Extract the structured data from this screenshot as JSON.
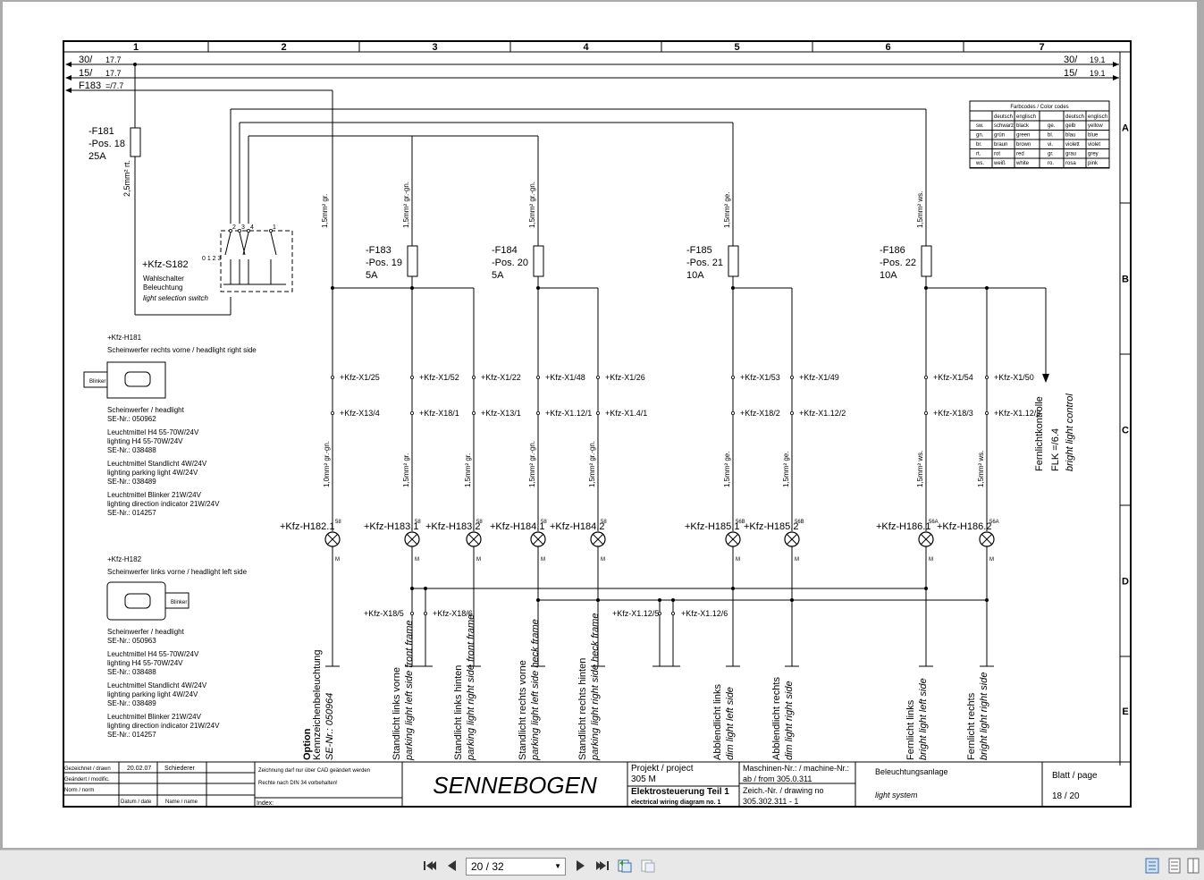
{
  "columns": [
    "1",
    "2",
    "3",
    "4",
    "5",
    "6",
    "7"
  ],
  "rows": [
    "A",
    "B",
    "C",
    "D",
    "E"
  ],
  "rails": [
    {
      "name": "30/",
      "ref": "17.7",
      "ref_right": "19.1"
    },
    {
      "name": "15/",
      "ref": "17.7",
      "ref_right": "19.1"
    },
    {
      "name": "F183",
      "ref": "=/7.7",
      "ref_right": ""
    }
  ],
  "main_fuse": {
    "id": "-F181",
    "pos": "-Pos. 18",
    "rating": "25A",
    "wire": "2,5mm² rt."
  },
  "switch": {
    "id": "+Kfz-S182",
    "label_de": "Wahlschalter",
    "label_de2": "Beleuchtung",
    "label_en": "light selection switch",
    "terminals": "0 1 2 3",
    "contacts": [
      "2",
      "3",
      "4",
      "1"
    ]
  },
  "fuses": [
    {
      "id": "-F183",
      "pos": "-Pos. 19",
      "rating": "5A",
      "wire": "1,5mm² gr.-gn."
    },
    {
      "id": "-F184",
      "pos": "-Pos. 20",
      "rating": "5A",
      "wire": "1,5mm² gr.-gn."
    },
    {
      "id": "-F185",
      "pos": "-Pos. 21",
      "rating": "10A",
      "wire": "1,5mm² ge."
    },
    {
      "id": "-F186",
      "pos": "-Pos. 22",
      "rating": "10A",
      "wire": "1,5mm² ws."
    }
  ],
  "wire_option": "1,5mm² gr.",
  "connectors_top": [
    "+Kfz-X1/25",
    "+Kfz-X1/52",
    "+Kfz-X1/22",
    "+Kfz-X1/48",
    "+Kfz-X1/26",
    "+Kfz-X1/53",
    "+Kfz-X1/49",
    "+Kfz-X1/54",
    "+Kfz-X1/50"
  ],
  "connectors_mid": [
    "+Kfz-X13/4",
    "+Kfz-X18/1",
    "+Kfz-X13/1",
    "+Kfz-X1.12/1",
    "+Kfz-X1.4/1",
    "+Kfz-X18/2",
    "+Kfz-X1.12/2",
    "+Kfz-X18/3",
    "+Kfz-X1.12/3"
  ],
  "lamp_wires": [
    "1,0mm² gr.-gn.",
    "1,5mm² gr.",
    "1,5mm² gr.",
    "1,5mm² gr.-gn.",
    "1,5mm² gr.-gn.",
    "1,5mm² ge.",
    "1,5mm² ge.",
    "1,5mm² ws.",
    "1,5mm² ws."
  ],
  "lamps": [
    {
      "id": "+Kfz-H182.1",
      "term": "58",
      "de": "Kennzeichenbeleuchtung",
      "en": "SE-Nr.: 050964",
      "extra": "Option"
    },
    {
      "id": "+Kfz-H183.1",
      "term": "58",
      "de": "Standlicht links vorne",
      "en": "parking light left side front frame"
    },
    {
      "id": "+Kfz-H183.2",
      "term": "58",
      "de": "Standlicht links hinten",
      "en": "parking light right side front frame"
    },
    {
      "id": "+Kfz-H184.1",
      "term": "58",
      "de": "Standlicht rechts vorne",
      "en": "parking light left side heck frame"
    },
    {
      "id": "+Kfz-H184.2",
      "term": "58",
      "de": "Standlicht rechts hinten",
      "en": "parking light right side heck frame"
    },
    {
      "id": "+Kfz-H185.1",
      "term": "56B",
      "de": "Abblendlicht links",
      "en": "dim light left side"
    },
    {
      "id": "+Kfz-H185.2",
      "term": "56B",
      "de": "Abblendlicht rechts",
      "en": "dim light right side"
    },
    {
      "id": "+Kfz-H186.1",
      "term": "56A",
      "de": "Fernlicht links",
      "en": "bright light left side"
    },
    {
      "id": "+Kfz-H186.2",
      "term": "56A",
      "de": "Fernlicht rechts",
      "en": "bright light right side"
    }
  ],
  "lamp_ground": "M",
  "ground_connectors": [
    "+Kfz-X18/5",
    "+Kfz-X18/6",
    "+Kfz-X1.12/5",
    "+Kfz-X1.12/6"
  ],
  "bright_control": {
    "de": "Fernlichtkontrolle",
    "ref": "FLK =/6.4",
    "en": "bright light control"
  },
  "headlights": [
    {
      "id": "+Kfz-H181",
      "title": "Scheinwerfer rechts vorne / headlight right side",
      "blinker": "Blinker",
      "lines": [
        "Scheinwerfer / headlight",
        "SE-Nr.: 050962",
        "",
        "Leuchtmittel H4 55-70W/24V",
        "lighting H4 55-70W/24V",
        "SE-Nr.: 038488",
        "",
        "Leuchtmittel Standlicht 4W/24V",
        "lighting parking light 4W/24V",
        "SE-Nr.: 038489",
        "",
        "Leuchtmittel Blinker 21W/24V",
        "lighting direction indicator 21W/24V",
        "SE-Nr.: 014257"
      ]
    },
    {
      "id": "+Kfz-H182",
      "title": "Scheinwerfer links vorne / headlight left side",
      "blinker": "Blinker",
      "lines": [
        "Scheinwerfer / headlight",
        "SE-Nr.: 050963",
        "",
        "Leuchtmittel H4 55-70W/24V",
        "lighting H4 55-70W/24V",
        "SE-Nr.: 038488",
        "",
        "Leuchtmittel Standlicht 4W/24V",
        "lighting parking light 4W/24V",
        "SE-Nr.: 038489",
        "",
        "Leuchtmittel Blinker 21W/24V",
        "lighting direction indicator 21W/24V",
        "SE-Nr.: 014257"
      ]
    }
  ],
  "color_codes": {
    "title": "Farbcodes / Color codes",
    "headers": [
      "deutsch",
      "englisch"
    ],
    "left": [
      [
        "sw.",
        "schwarz",
        "black"
      ],
      [
        "gn.",
        "grün",
        "green"
      ],
      [
        "br.",
        "braun",
        "brown"
      ],
      [
        "rt.",
        "rot",
        "red"
      ],
      [
        "ws.",
        "weiß",
        "white"
      ]
    ],
    "right": [
      [
        "ge.",
        "gelb",
        "yellow"
      ],
      [
        "bl.",
        "blau",
        "blue"
      ],
      [
        "vi.",
        "violett",
        "violet"
      ],
      [
        "gr.",
        "grau",
        "grey"
      ],
      [
        "ro.",
        "rosa",
        "pink"
      ]
    ]
  },
  "title_block": {
    "drawn_label": "Gezeichnet / drawn",
    "drawn_date": "20.02.07",
    "drawn_name": "Schiederer",
    "modified_label": "Geändert / modific.",
    "norm_label": "Norm / norm",
    "date_label": "Datum / date",
    "name_label": "Name / name",
    "note1": "Zeichnung darf nur  über CAD geändert werden",
    "note2": "Rechte nach DIN 34 vorbehalten!",
    "index_label": "Index:",
    "logo": "SENNEBOGEN",
    "project_label": "Projekt / project",
    "project": "305 M",
    "project_title": "Elektrosteuerung Teil 1",
    "project_title_en": "electrical wiring diagram no. 1",
    "machine_label": "Maschinen-Nr.:  / machine-Nr.:",
    "machine": "ab / from 305.0.311",
    "drawing_label": "Zeich.-Nr. / drawing no",
    "drawing": "305.302.311 - 1",
    "subject": "Beleuchtungsanlage",
    "subject_en": "light system",
    "page_label": "Blatt / page",
    "page": "18 / 20"
  },
  "viewer": {
    "page_field": "20 / 32"
  }
}
